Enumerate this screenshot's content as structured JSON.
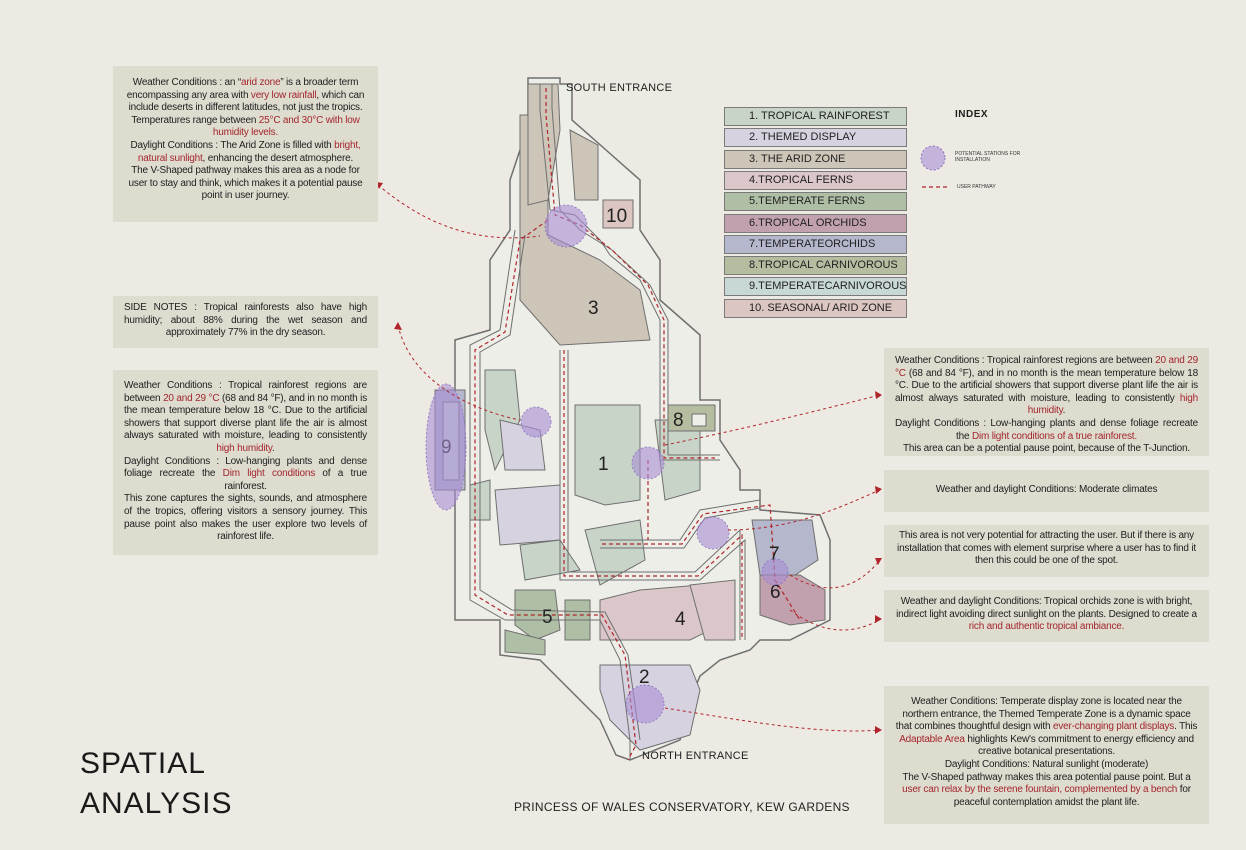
{
  "title_lines": [
    "SPATIAL",
    "ANALYSIS"
  ],
  "caption": "PRINCESS OF WALES CONSERVATORY, KEW GARDENS",
  "entrances": {
    "south": "SOUTH ENTRANCE",
    "north": "NORTH ENTRANCE"
  },
  "zone_numbers": [
    "1",
    "2",
    "3",
    "4",
    "5",
    "6",
    "7",
    "8",
    "9",
    "10"
  ],
  "index": {
    "title": "INDEX",
    "items": [
      {
        "label": "1. TROPICAL RAINFOREST",
        "color": "#c9d4c8"
      },
      {
        "label": "2. THEMED DISPLAY",
        "color": "#d6d2e0"
      },
      {
        "label": "3. THE ARID ZONE",
        "color": "#cdc5b8"
      },
      {
        "label": "4.TROPICAL FERNS",
        "color": "#dbc7c9"
      },
      {
        "label": "5.TEMPERATE FERNS",
        "color": "#afbfa5"
      },
      {
        "label": "6.TROPICAL ORCHIDS",
        "color": "#c2a1ae"
      },
      {
        "label": "7.TEMPERATEORCHIDS",
        "color": "#b5b7cc"
      },
      {
        "label": "8.TROPICAL CARNIVOROUS",
        "color": "#b5bda0"
      },
      {
        "label": "9.TEMPERATECARNIVOROUS",
        "color": "#c8d8d6"
      },
      {
        "label": "10. SEASONAL/ ARID ZONE",
        "color": "#dcc6c2"
      }
    ],
    "legend_stations": "POTENTIAL STATIONS FOR INSTALLATION",
    "legend_pathway": "USER PATHWAY"
  },
  "notes": {
    "arid": {
      "l1a": "Weather Conditions : an “",
      "l1h": "arid zone",
      "l1b": "” is a broader term encompassing any area with ",
      "l1h2": "very low rainfall",
      "l1c": ", which can include deserts in different latitudes, not just the tropics. Temperatures range between ",
      "l1h3": "25°C and 30°C with low humidity levels.",
      "l2a": "Daylight Conditions : The Arid Zone is filled with ",
      "l2h": "bright, natural sunlight",
      "l2b": ", enhancing the desert atmosphere.",
      "l3": "The V-Shaped pathway makes this area as a node for user to stay and think, which makes it a potential pause point in user journey."
    },
    "side": "SIDE NOTES : Tropical rainforests also have high humidity; about 88% during the wet season and approximately 77% in the dry season.",
    "rainforest_left": {
      "l1a": "Weather Conditions : Tropical rainforest regions are between ",
      "l1h": "20 and 29 °C",
      "l1b": " (68 and 84 °F), and in no month is the mean temperature below 18 °C. Due to the artificial showers that support diverse plant life the air is almost always saturated with moisture, leading to consistently ",
      "l1h2": "high humidity",
      "l1c": ".",
      "l2a": "Daylight Conditions : Low-hanging plants and dense foliage recreate the ",
      "l2h": "Dim light conditions",
      "l2b": " of a true rainforest.",
      "l3": "This zone captures the sights, sounds, and atmosphere of the tropics, offering visitors a sensory journey. This pause point also makes the user explore two levels of rainforest life."
    },
    "rainforest_right": {
      "l1a": "Weather Conditions : Tropical rainforest regions are between ",
      "l1h": "20 and 29 °C",
      "l1b": " (68 and 84 °F), and in no month is the mean temperature below 18 °C. Due to the artificial showers that support diverse plant life the air is almost always saturated with moisture, leading to consistently ",
      "l1h2": "high humidity",
      "l1c": ".",
      "l2a": "Daylight Conditions : Low-hanging plants and dense foliage recreate the ",
      "l2h": "Dim light conditions of a true rainforest.",
      "l3": "This area can be a potential pause point, because of the T-Junction."
    },
    "moderate": "Weather and daylight Conditions: Moderate climates",
    "surprise": "This area is not very potential for attracting the user. But if there is any installation that comes with element surprise where a user has to find it then this could be one of the spot.",
    "orchids": {
      "a": "Weather and daylight Conditions: Tropical orchids zone is with bright, indirect light avoiding direct sunlight on the plants. Designed to create a ",
      "h": "rich and authentic tropical ambiance."
    },
    "themed": {
      "a": "Weather Conditions: Temperate display zone is located near the northern entrance, the Themed Temperate Zone is a dynamic space that combines thoughtful design with ",
      "h": "ever-changing plant displays",
      "b": ". This ",
      "h2": "Adaptable Area",
      "c": " highlights Kew's commitment to energy efficiency and creative botanical presentations.",
      "d": "Daylight Conditions: Natural sunlight (moderate)",
      "e": "The V-Shaped pathway makes this area potential pause point. But a ",
      "h3": "user can relax by the serene fountain, complemented by a bench",
      "f": " for peaceful contemplation amidst the plant life."
    }
  }
}
